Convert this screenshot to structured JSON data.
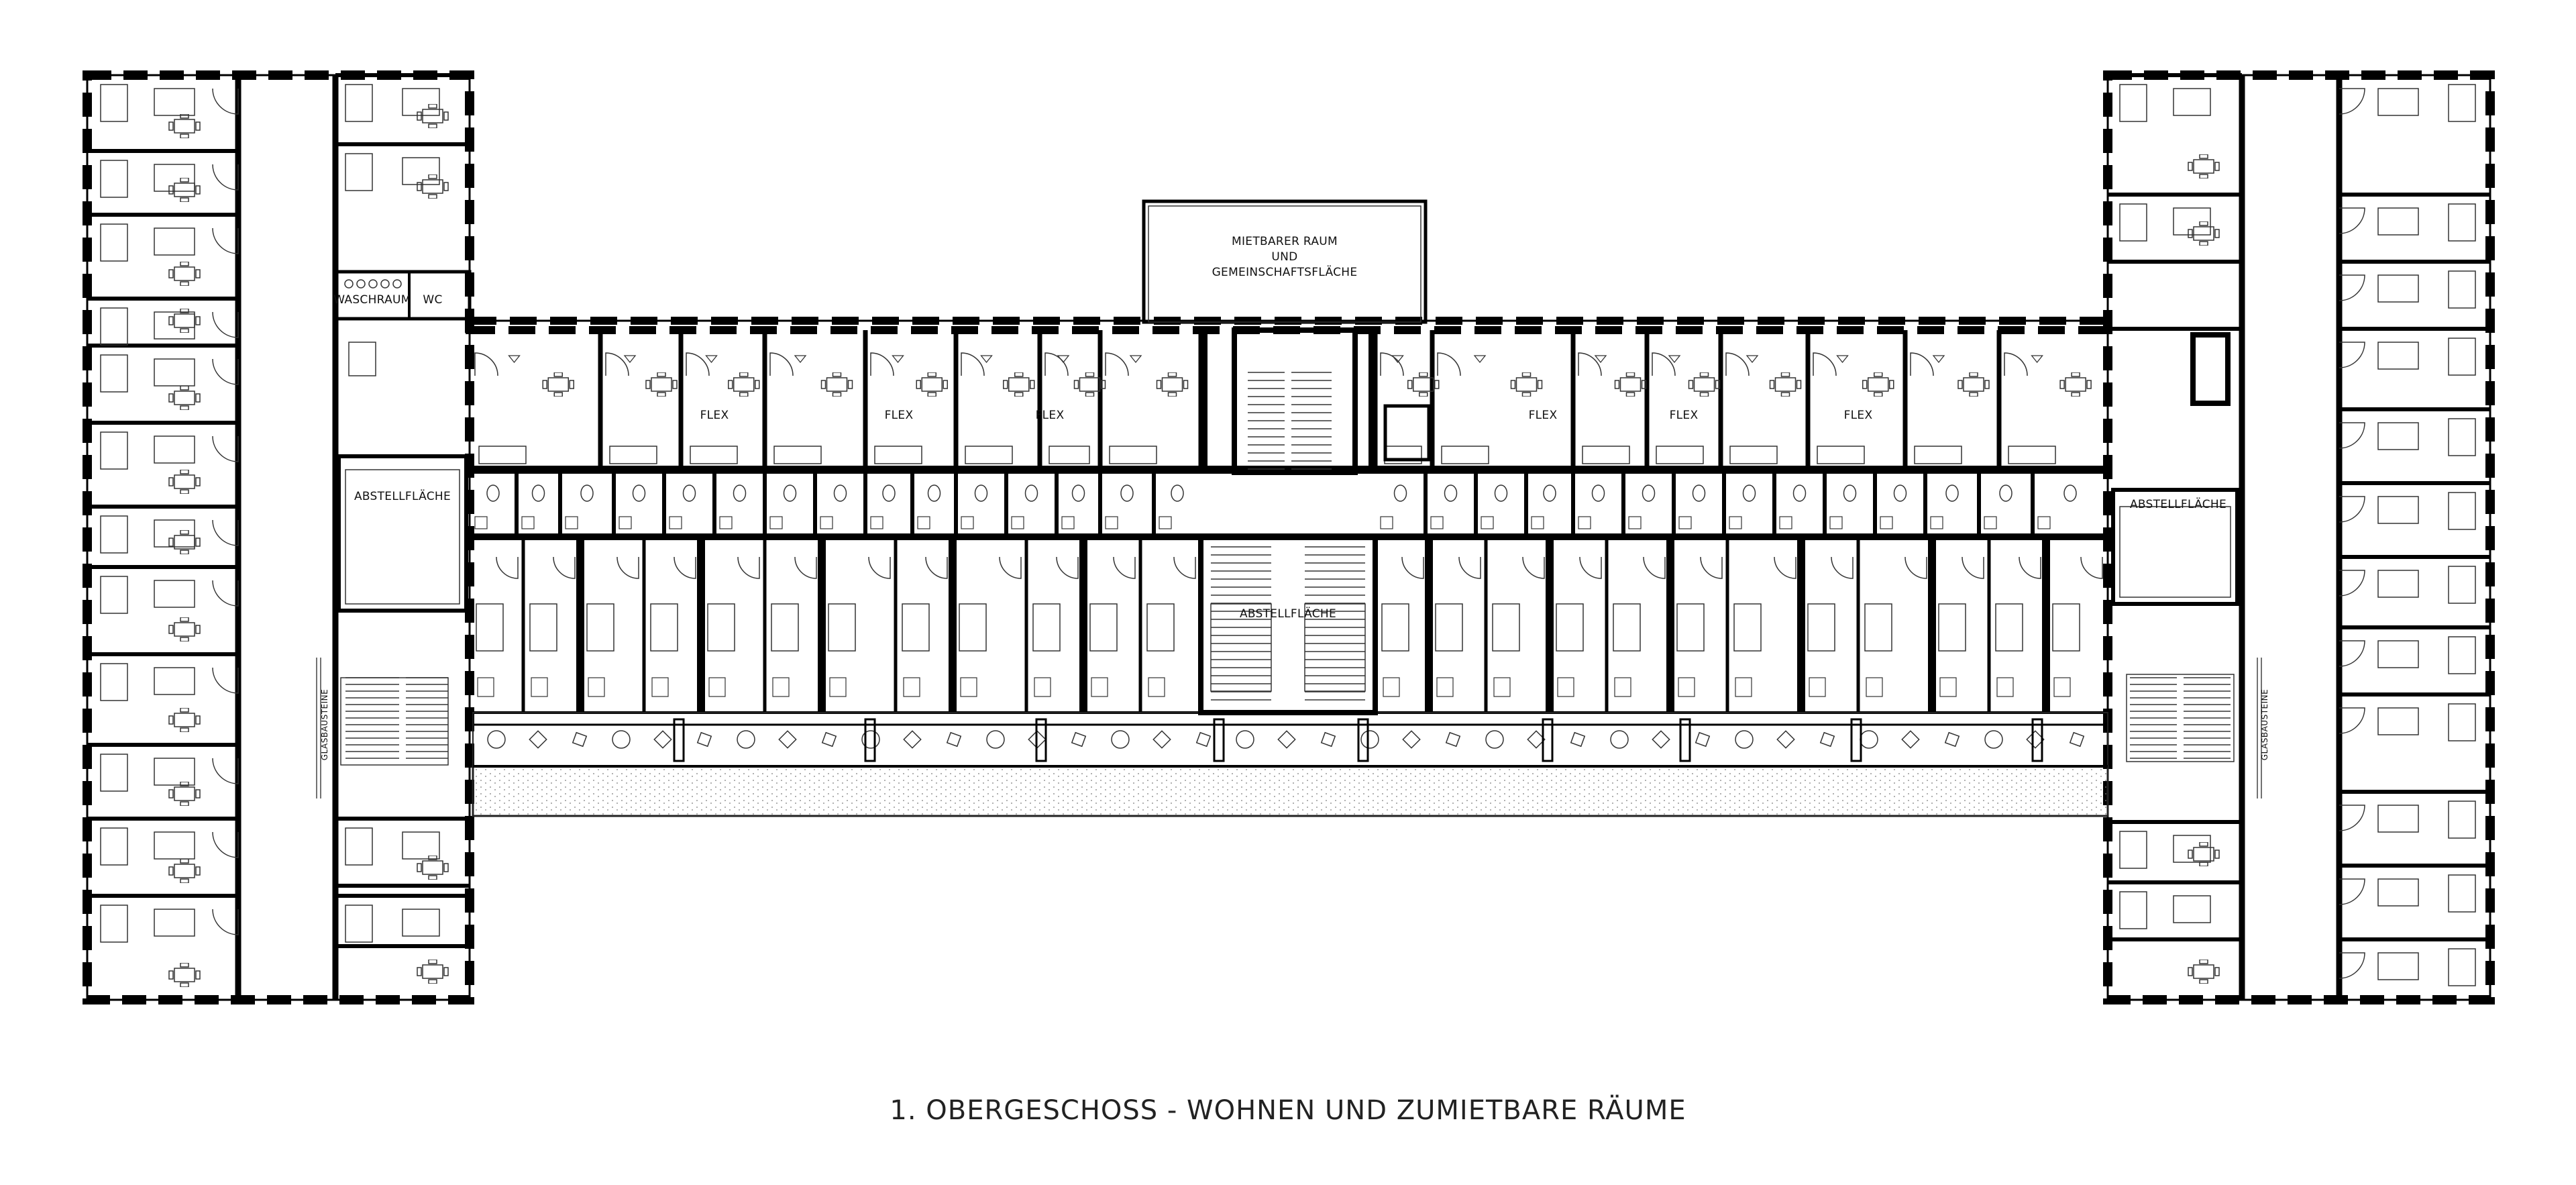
{
  "caption": "1. OBERGESCHOSS - WOHNEN UND ZUMIETBARE RÄUME",
  "labels": {
    "rental_room_1": "MIETBARER RAUM",
    "rental_room_2": "UND",
    "rental_room_3": "GEMEINSCHAFTSFLÄCHE",
    "laundry": "WASCHRAUM",
    "wc": "WC",
    "storage": "ABSTELLFLÄCHE",
    "flex": "FLEX",
    "glass_bricks": "GLASBAUSTEINE"
  },
  "colors": {
    "wall": "#000000",
    "line": "#222222",
    "background": "#ffffff"
  }
}
